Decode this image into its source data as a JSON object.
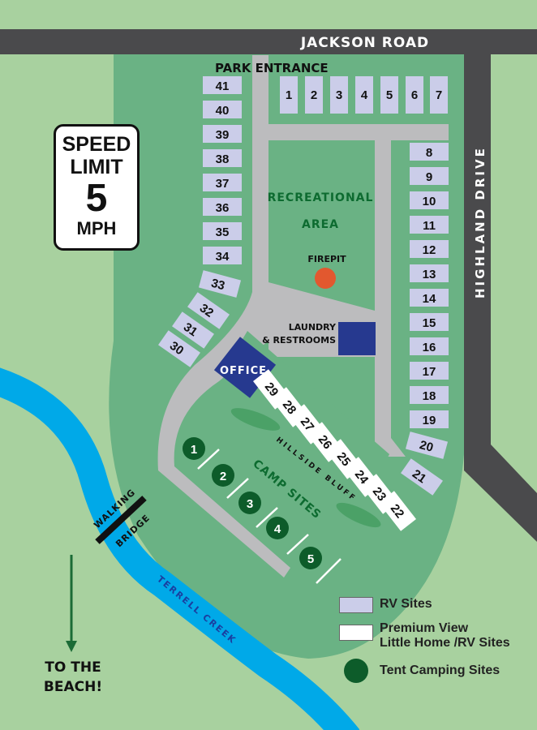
{
  "roads": {
    "jackson": "JACKSON ROAD",
    "highland": "HIGHLAND DRIVE"
  },
  "park_entrance": "PARK ENTRANCE",
  "speed_sign": {
    "line1": "SPEED",
    "line2": "LIMIT",
    "value": "5",
    "unit": "MPH"
  },
  "areas": {
    "recreational_1": "RECREATIONAL",
    "recreational_2": "AREA",
    "firepit": "FIREPIT",
    "laundry_1": "LAUNDRY",
    "laundry_2": "& RESTROOMS",
    "office": "OFFICE",
    "hillside_bluff": "HILLSIDE   BLUFF",
    "camp_sites": "CAMP SITES",
    "walking": "WALKING",
    "bridge": "BRIDGE",
    "creek": "TERRELL CREEK",
    "beach_1": "TO THE",
    "beach_2": "BEACH!"
  },
  "rv_sites": {
    "top_row": [
      "1",
      "2",
      "3",
      "4",
      "5",
      "6",
      "7"
    ],
    "right_col": [
      "8",
      "9",
      "10",
      "11",
      "12",
      "13",
      "14",
      "15",
      "16",
      "17",
      "18",
      "19"
    ],
    "s20": "20",
    "s21": "21",
    "left_col": [
      "41",
      "40",
      "39",
      "38",
      "37",
      "36",
      "35",
      "34"
    ],
    "s33": "33",
    "s32": "32",
    "s31": "31",
    "s30": "30"
  },
  "premium_sites": [
    "29",
    "28",
    "27",
    "26",
    "25",
    "24",
    "23",
    "22"
  ],
  "tent_sites": [
    "1",
    "2",
    "3",
    "4",
    "5"
  ],
  "legend": {
    "rv": "RV Sites",
    "premium_1": "Premium View",
    "premium_2": "Little Home /RV Sites",
    "tent": "Tent Camping Sites"
  },
  "colors": {
    "grass": "#a8d19f",
    "park": "#6ab284",
    "road": "#4a4a4c",
    "path": "#bcbcbe",
    "rv": "#cbcde9",
    "premium": "#ffffff",
    "tent": "#0d5c2a",
    "building": "#26398f",
    "firepit": "#e2582f",
    "creek": "#00a9e8",
    "label_green": "#0d6b30"
  }
}
